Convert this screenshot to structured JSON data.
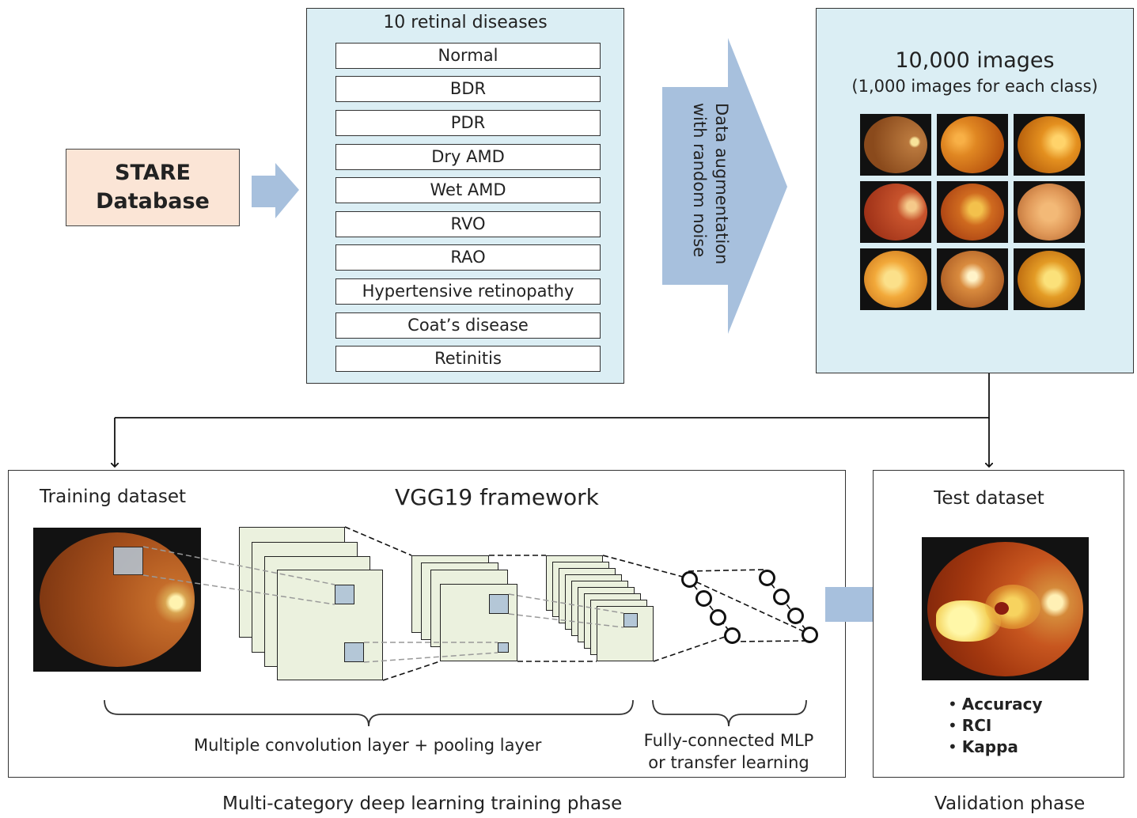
{
  "stare": {
    "line1": "STARE",
    "line2": "Database"
  },
  "diseases": {
    "title": "10 retinal diseases",
    "items": [
      "Normal",
      "BDR",
      "PDR",
      "Dry AMD",
      "Wet AMD",
      "RVO",
      "RAO",
      "Hypertensive retinopathy",
      "Coat’s disease",
      "Retinitis"
    ]
  },
  "augmentation": {
    "line1": "Data augmentation",
    "line2": "with random noise"
  },
  "images": {
    "title": "10,000 images",
    "subtitle": "(1,000 images for each class)"
  },
  "training": {
    "dataset_label": "Training dataset",
    "framework_title": "VGG19 framework",
    "conv_brace_label": "Multiple convolution layer + pooling layer",
    "fc_brace_label_1": "Fully-connected MLP",
    "fc_brace_label_2": "or transfer learning",
    "phase_caption": "Multi-category deep learning training phase"
  },
  "validation": {
    "dataset_label": "Test dataset",
    "metrics": [
      "Accuracy",
      "RCI",
      "Kappa"
    ],
    "phase_caption": "Validation phase"
  },
  "colors": {
    "arrow_blue": "#a7c0dd",
    "panel_blue": "#dbeef4",
    "stare_fill": "#fbe5d6",
    "feature_map": "#ebf1de",
    "kernel": "#b4c7d7"
  }
}
